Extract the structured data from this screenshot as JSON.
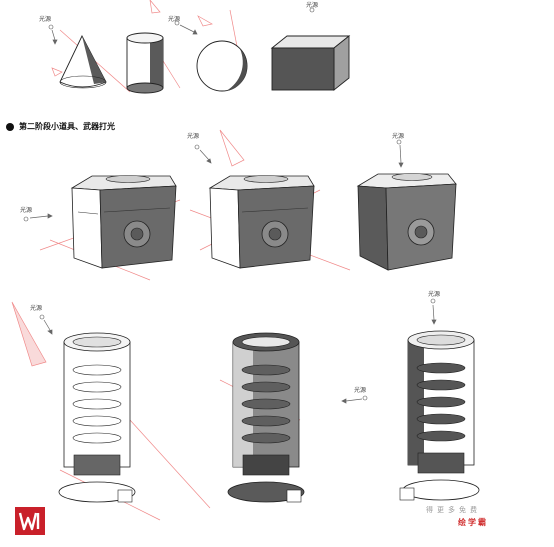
{
  "light_label": "光源",
  "section_heading": "第二阶段小道具、武器打光",
  "brand_text": "绘学霸",
  "watermark_text": "得更多免费",
  "colors": {
    "accent_red": "#d03030",
    "logo_red": "#c9202a",
    "shade": "#5a5a5a",
    "line": "#222222",
    "guide": "#f08a8a"
  }
}
